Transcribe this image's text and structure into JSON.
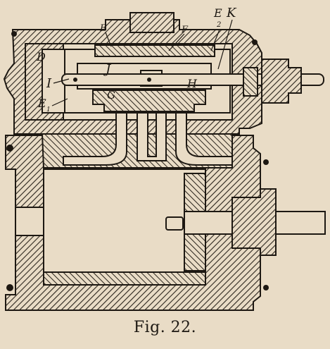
{
  "figure": {
    "caption": "Fig. 22.",
    "labels": {
      "D": "D",
      "E": "E",
      "F": "F",
      "E2": "E",
      "E2_sub": "2",
      "K": "K",
      "I": "I",
      "J": "J",
      "H": "H",
      "E1": "E",
      "E1_sub": "1",
      "G": "G"
    }
  },
  "colors": {
    "paper": "#e9dcc6",
    "ink": "#1d1812",
    "hatch": "#2a241c"
  }
}
